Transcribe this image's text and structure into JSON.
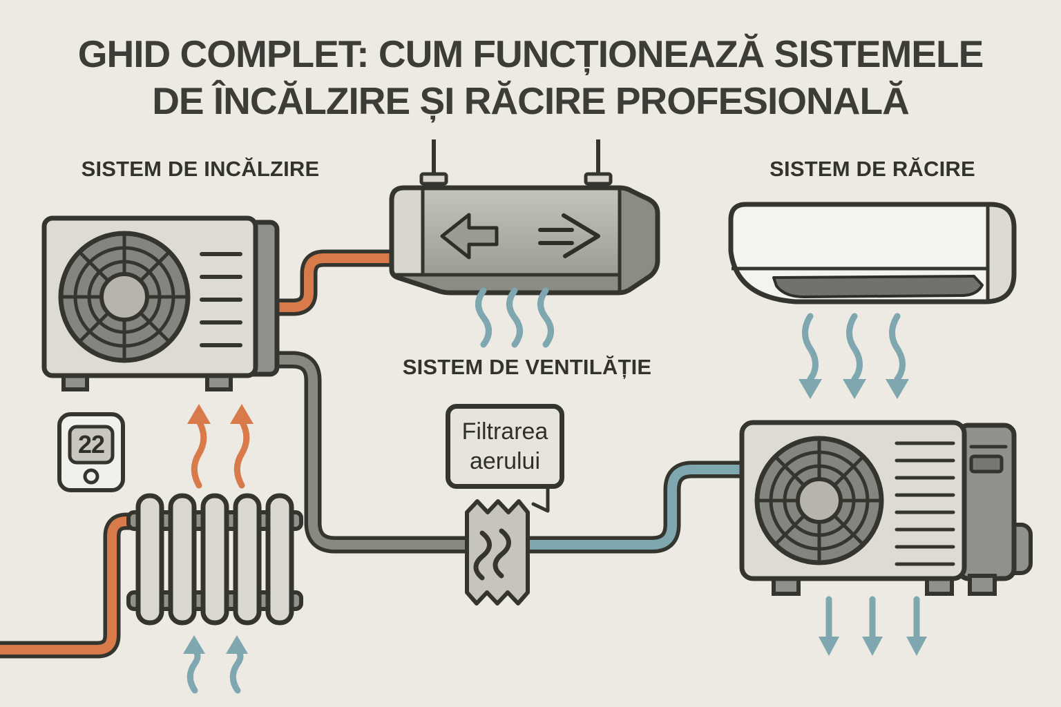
{
  "page": {
    "title_line1": "GHID COMPLET: CUM FUNCȚIONEAZĂ SISTEMELE",
    "title_line2": "DE ÎNCĂLZIRE ȘI RĂCIRE PROFESIONALĂ"
  },
  "sections": {
    "heating_label": "SISTEM DE INCĂLZIRE",
    "cooling_label": "SISTEM DE RĂCIRE",
    "ventilation_label": "SISTEM DE VENTILĂȚIE"
  },
  "callouts": {
    "filter_label": "Filtrarea aerului"
  },
  "thermostat": {
    "temperature": "22"
  },
  "colors": {
    "background": "#edeae4",
    "outline": "#35352f",
    "heat_accent": "#d87a49",
    "cool_accent": "#7fa7b0",
    "pipe_gray": "#878a80",
    "unit_body": "#dedbd4",
    "unit_panel": "#8f918a",
    "fan_grille": "#83867e"
  }
}
